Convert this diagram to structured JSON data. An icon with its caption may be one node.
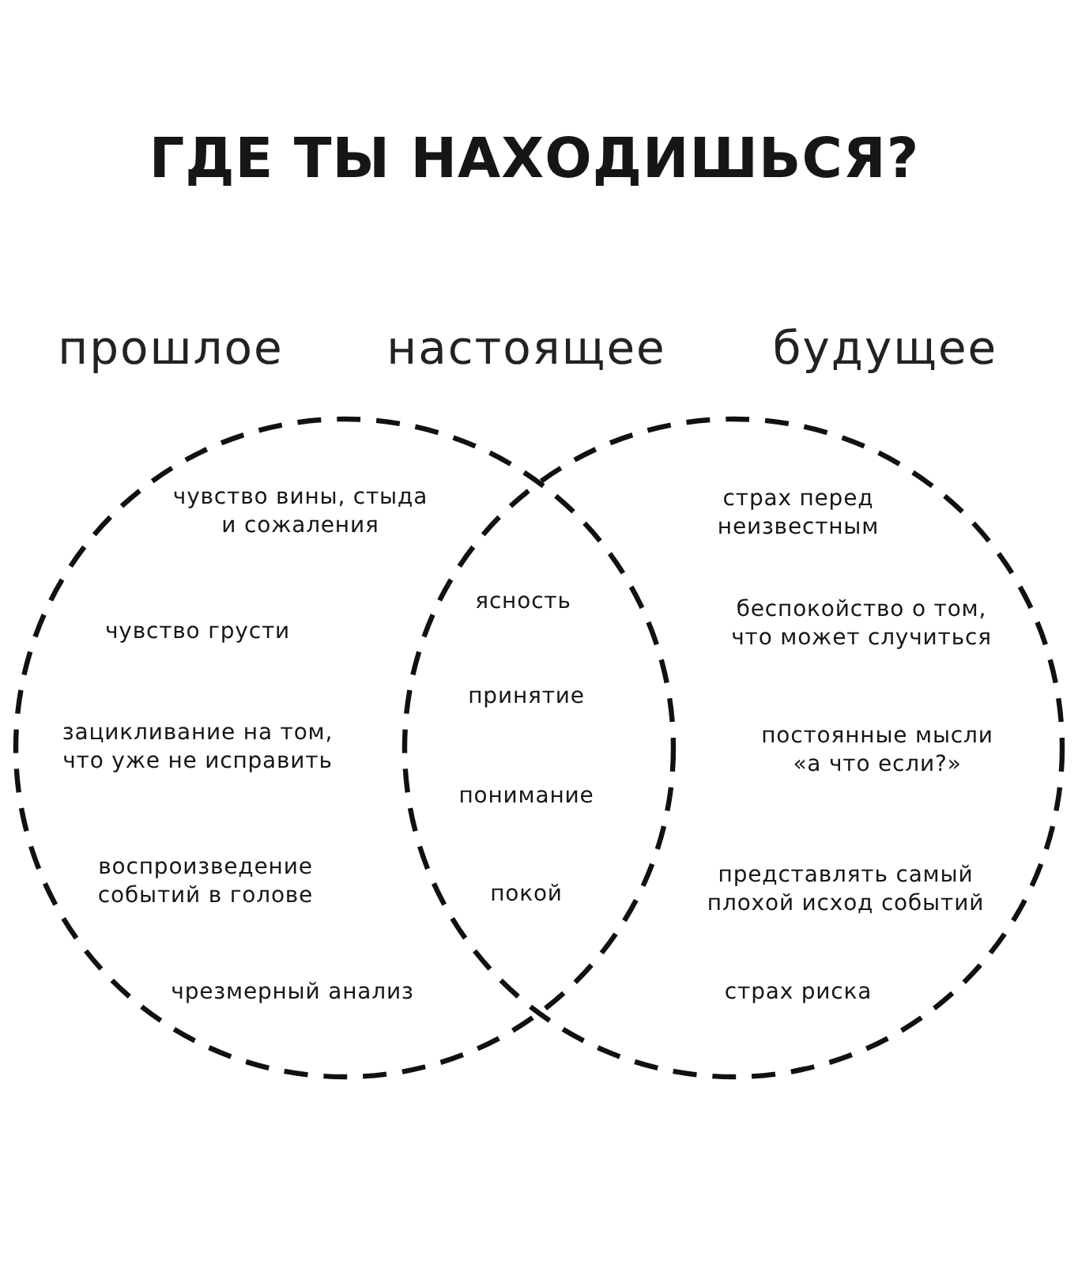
{
  "diagram": {
    "title": "ГДЕ ТЫ НАХОДИШЬСЯ?",
    "nodes": [
      {
        "text": [
          "прошлое",
          "чувство вины, стыда и сожаления",
          "чувство грусти",
          "зацикливание на том, что уже не исправить",
          "воспроизведение событий в голове",
          "чрезмерный анализ"
        ]
      },
      {
        "text": [
          "будущее",
          "страх перед неизвестным",
          "беспокойство о том, что может случиться",
          "постоянные мысли «а что если?»",
          "представлять самый плохой исход событий",
          "страх риска"
        ]
      }
    ],
    "labels": [
      "настоящее",
      "ясность",
      "принятие",
      "понимание",
      "покой"
    ]
  }
}
